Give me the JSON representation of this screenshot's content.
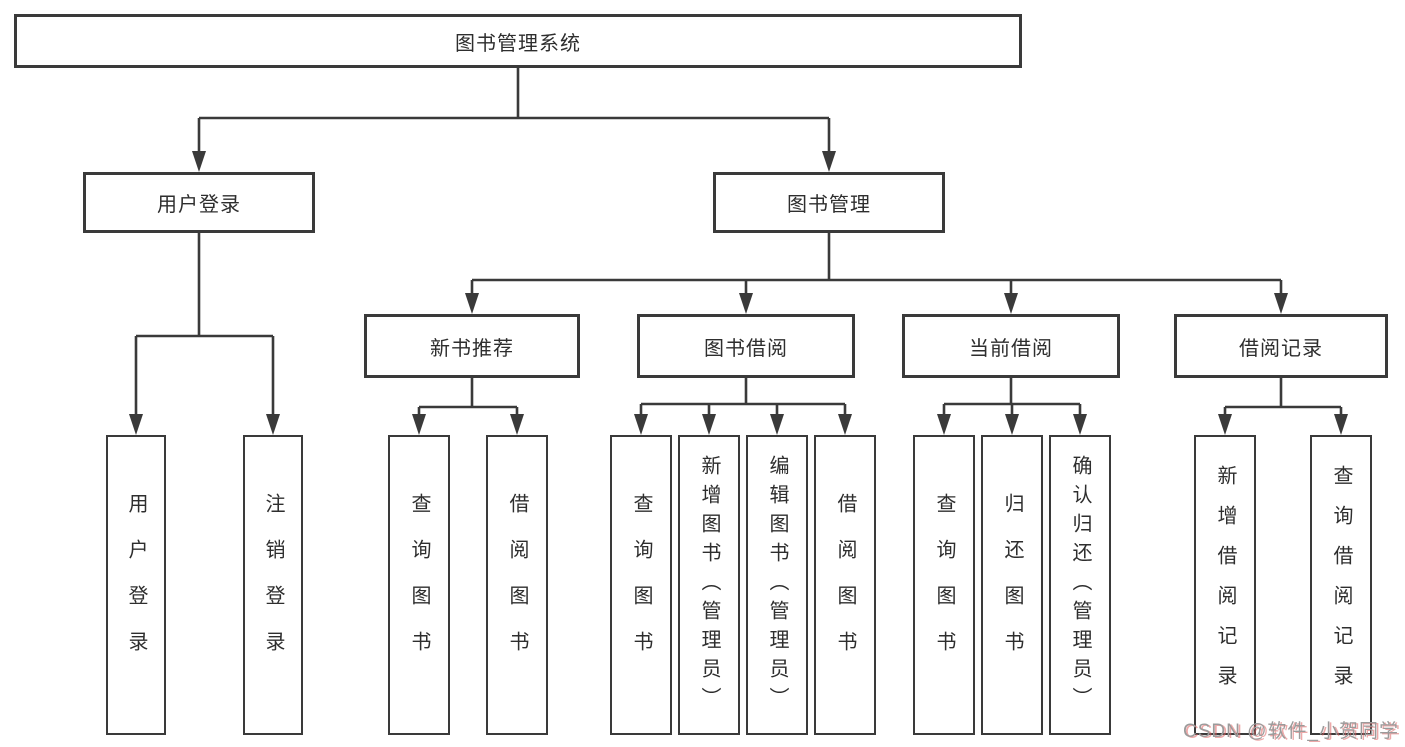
{
  "diagram": {
    "root": {
      "label": "图书管理系统"
    },
    "level2": [
      {
        "label": "用户登录"
      },
      {
        "label": "图书管理"
      }
    ],
    "level3": [
      {
        "label": "新书推荐"
      },
      {
        "label": "图书借阅"
      },
      {
        "label": "当前借阅"
      },
      {
        "label": "借阅记录"
      }
    ],
    "leaves": [
      {
        "label": "用户登录"
      },
      {
        "label": "注销登录"
      },
      {
        "label": "查询图书"
      },
      {
        "label": "借阅图书"
      },
      {
        "label": "查询图书"
      },
      {
        "label": "新增图书（管理员）"
      },
      {
        "label": "编辑图书（管理员）"
      },
      {
        "label": "借阅图书"
      },
      {
        "label": "查询图书"
      },
      {
        "label": "归还图书"
      },
      {
        "label": "确认归还（管理员）"
      },
      {
        "label": "新增借阅记录"
      },
      {
        "label": "查询借阅记录"
      }
    ],
    "colors": {
      "line": "#3a3a3a",
      "text": "#2e2e2e",
      "background": "#ffffff",
      "watermark_gray": "#9b9b9b",
      "watermark_red": "#de6262"
    },
    "watermark": "CSDN @软件_小贺同学"
  }
}
